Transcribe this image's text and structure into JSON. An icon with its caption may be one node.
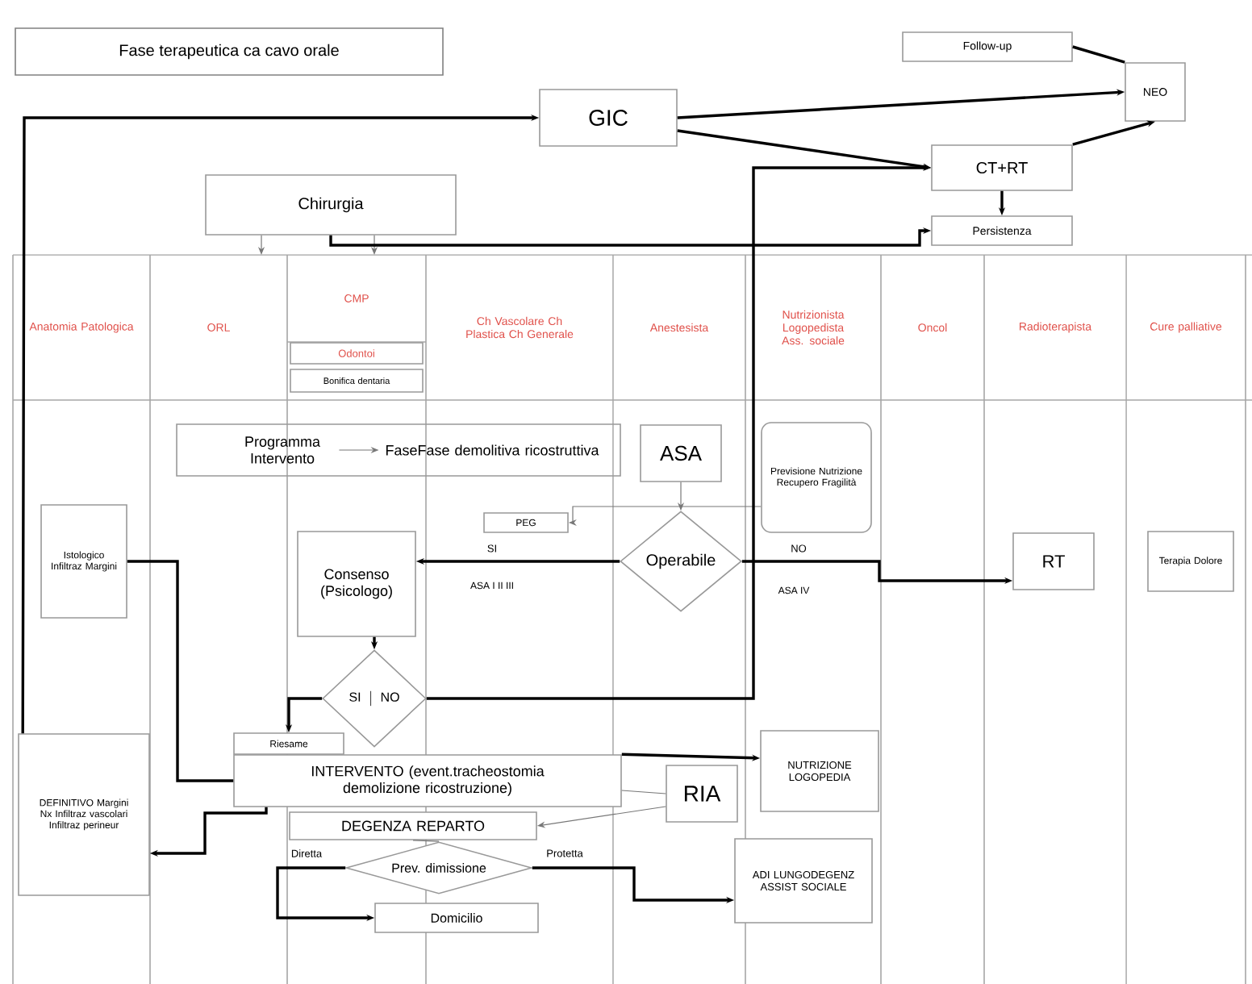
{
  "diagram": {
    "title": "Fase terapeutica ca cavo orale",
    "nodes": [
      {
        "text": [
          "Follow-up"
        ]
      },
      {
        "text": [
          "NEO"
        ]
      },
      {
        "text": [
          "GIC"
        ]
      },
      {
        "text": [
          "CT+RT"
        ]
      },
      {
        "text": [
          "Chirurgia"
        ]
      },
      {
        "text": [
          "Persistenza"
        ]
      },
      {
        "text": [
          "Odontoi"
        ]
      },
      {
        "text": [
          "Bonifica dentaria"
        ]
      },
      {
        "text": [],
        "shape": "box"
      },
      {
        "text": [
          "Programma Intervento"
        ],
        "in": 8
      },
      {
        "text": [
          "FaseFase demolitiva ricostruttiva"
        ],
        "in": 8
      },
      {
        "text": [
          "ASA"
        ]
      },
      {
        "text": [
          "Previsione Nutrizione Recupero Fragilità"
        ]
      },
      {
        "text": [
          "Istologico Infiltraz Margini"
        ]
      },
      {
        "text": [
          "PEG"
        ]
      },
      {
        "text": [
          "Consenso (Psicologo)"
        ]
      },
      {
        "text": [
          "Operabile"
        ]
      },
      {
        "text": [
          "RT"
        ]
      },
      {
        "text": [
          "Terapia Dolore"
        ]
      },
      {
        "text": [
          "SI",
          "NO"
        ]
      },
      {
        "text": [
          "Riesame"
        ]
      },
      {
        "text": [
          "DEFINITIVO Margini Nx Infiltraz vascolari Infiltraz perineur"
        ]
      },
      {
        "text": [
          "INTERVENTO (event.tracheostomia demolizione ricostruzione)"
        ]
      },
      {
        "text": [
          "NUTRIZIONE LOGOPEDIA"
        ]
      },
      {
        "text": [
          "RIA"
        ]
      },
      {
        "text": [
          "DEGENZA REPARTO"
        ]
      },
      {
        "text": [
          "Prev. dimissione"
        ]
      },
      {
        "text": [
          "Domicilio"
        ]
      },
      {
        "text": [
          "ADI LUNGODEGENZ ASSIST SOCIALE"
        ]
      }
    ],
    "edges": [
      {
        "from": 0,
        "to": 1,
        "arrow": "none"
      },
      {
        "from": 2,
        "to": 1,
        "arrow": "to"
      },
      {
        "from": 2,
        "to": 3,
        "arrow": "to"
      },
      {
        "from": 3,
        "to": 1,
        "arrow": "to"
      },
      {
        "from": 3,
        "to": 5,
        "arrow": "to"
      },
      {
        "from": 4,
        "to": null,
        "arrow": "to",
        "color": "#777777"
      },
      {
        "from": 4,
        "to": null,
        "arrow": "to",
        "color": "#777777"
      },
      {
        "from": 4,
        "to": 5,
        "arrow": "to"
      },
      {
        "from": 21,
        "to": 2,
        "arrow": "to"
      },
      {
        "from": 9,
        "to": 10,
        "arrow": "to",
        "color": "#777777"
      },
      {
        "from": 11,
        "to": 16,
        "arrow": "to",
        "color": "#777777"
      },
      {
        "from": 12,
        "to": 14,
        "arrow": "to",
        "color": "#777777"
      },
      {
        "from": 16,
        "to": 15,
        "arrow": "to",
        "label": "SI"
      },
      {
        "from": 16,
        "to": 17,
        "arrow": "to",
        "label": "NO"
      },
      {
        "from": 15,
        "to": 19,
        "arrow": "to"
      },
      {
        "from": 19,
        "to": 20,
        "arrow": "to"
      },
      {
        "from": 19,
        "to": 3,
        "arrow": "to"
      },
      {
        "from": 13,
        "to": 22,
        "arrow": "none"
      },
      {
        "from": 22,
        "to": 23,
        "arrow": "to"
      },
      {
        "from": 24,
        "to": 22,
        "arrow": "none",
        "color": "#777777"
      },
      {
        "from": 24,
        "to": 25,
        "arrow": "to",
        "color": "#777777"
      },
      {
        "from": 22,
        "to": 21,
        "arrow": "to"
      },
      {
        "from": 25,
        "to": 26,
        "arrow": "none",
        "color": "#777777"
      },
      {
        "from": 26,
        "to": 27,
        "arrow": "to",
        "label": "Diretta"
      },
      {
        "from": 26,
        "to": 28,
        "arrow": "to",
        "label": "Protetta"
      }
    ],
    "labels": [
      "Anatomia Patologica",
      "ORL",
      "CMP",
      "Ch Vascolare Ch Plastica Ch Generale",
      "Anestesista",
      "Nutrizionista Logopedista Ass. sociale",
      "Oncol",
      "Radioterapista",
      "Cure palliative",
      "ASA I II III",
      "ASA IV"
    ]
  }
}
